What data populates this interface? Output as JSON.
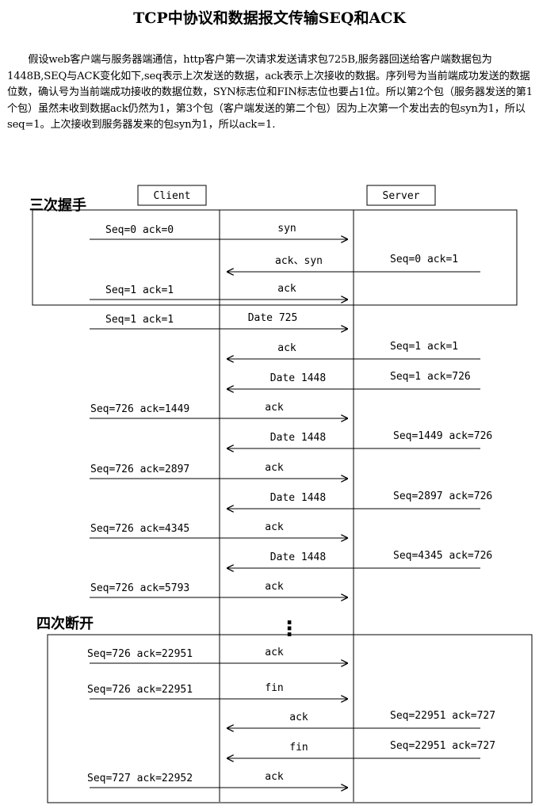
{
  "title": "TCP中协议和数据报文传输SEQ和ACK",
  "intro": "假设web客户端与服务器端通信，http客户第一次请求发送请求包725B,服务器回送给客户端数据包为1448B,SEQ与ACK变化如下,seq表示上次发送的数据，ack表示上次接收的数据。序列号为当前端成功发送的数据位数，确认号为当前端成功接收的数据位数，SYN标志位和FIN标志位也要占1位。所以第2个包（服务器发送的第1个包）虽然未收到数据ack仍然为1，第3个包（客户端发送的第二个包）因为上次第一个发出去的包syn为1，所以seq=1。上次接收到服务器发来的包syn为1，所以ack=1.",
  "client_label": "Client",
  "server_label": "Server",
  "handshake_label": "三次握手",
  "teardown_label": "四次断开",
  "ellipsis": "⋮",
  "messages": [
    {
      "dir": "c2s",
      "client_text": "Seq=0    ack=0",
      "label": "syn",
      "server_text": ""
    },
    {
      "dir": "s2c",
      "client_text": "",
      "label": "ack、syn",
      "server_text": "Seq=0    ack=1"
    },
    {
      "dir": "c2s",
      "client_text": "Seq=1    ack=1",
      "label": "ack",
      "server_text": ""
    },
    {
      "dir": "c2s",
      "client_text": "Seq=1    ack=1",
      "label": "Date 725",
      "server_text": ""
    },
    {
      "dir": "s2c",
      "client_text": "",
      "label": "ack",
      "server_text": "Seq=1    ack=1"
    },
    {
      "dir": "s2c",
      "client_text": "",
      "label": "Date 1448",
      "server_text": "Seq=1    ack=726"
    },
    {
      "dir": "c2s",
      "client_text": "Seq=726    ack=1449",
      "label": "ack",
      "server_text": ""
    },
    {
      "dir": "s2c",
      "client_text": "",
      "label": "Date 1448",
      "server_text": "Seq=1449    ack=726"
    },
    {
      "dir": "c2s",
      "client_text": "Seq=726    ack=2897",
      "label": "ack",
      "server_text": ""
    },
    {
      "dir": "s2c",
      "client_text": "",
      "label": "Date 1448",
      "server_text": "Seq=2897    ack=726"
    },
    {
      "dir": "c2s",
      "client_text": "Seq=726    ack=4345",
      "label": "ack",
      "server_text": ""
    },
    {
      "dir": "s2c",
      "client_text": "",
      "label": "Date 1448",
      "server_text": "Seq=4345    ack=726"
    },
    {
      "dir": "c2s",
      "client_text": "Seq=726    ack=5793",
      "label": "ack",
      "server_text": ""
    },
    {
      "dir": "c2s",
      "client_text": "Seq=726    ack=22951",
      "label": "ack",
      "server_text": ""
    },
    {
      "dir": "c2s",
      "client_text": "Seq=726    ack=22951",
      "label": "fin",
      "server_text": ""
    },
    {
      "dir": "s2c",
      "client_text": "",
      "label": "ack",
      "server_text": "Seq=22951    ack=727"
    },
    {
      "dir": "s2c",
      "client_text": "",
      "label": "fin",
      "server_text": "Seq=22951    ack=727"
    },
    {
      "dir": "c2s",
      "client_text": "Seq=727    ack=22952",
      "label": "ack",
      "server_text": ""
    }
  ]
}
